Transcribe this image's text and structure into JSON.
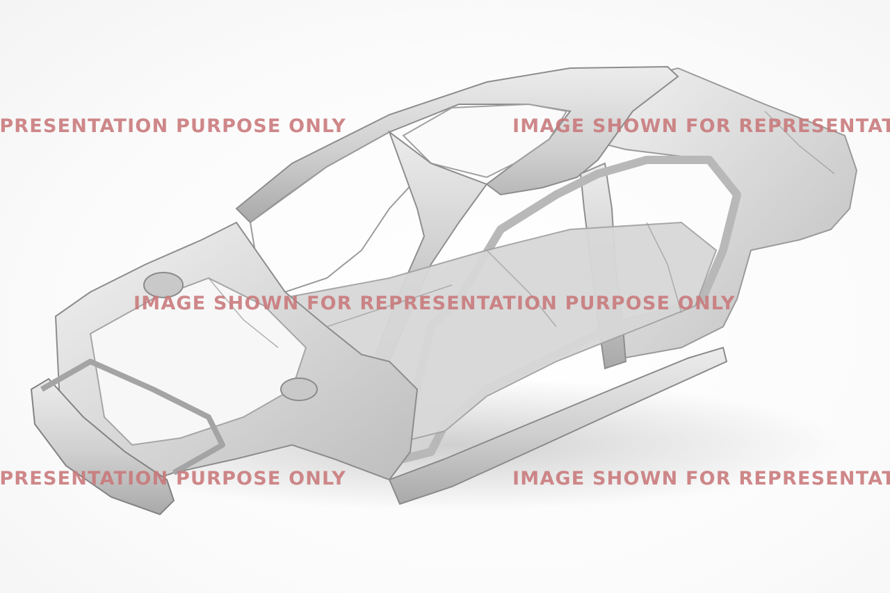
{
  "image": {
    "subject": "car-body-in-white",
    "watermark_text_left": "REPRESENTATION PURPOSE ONLY",
    "watermark_text_right": "IMAGE SHOWN FOR REPRESENTATION",
    "watermark_text_center": "IMAGE SHOWN FOR REPRESENTATION PURPOSE ONLY"
  },
  "colors": {
    "watermark": "#c9787a",
    "metal_light": "#e4e4e4",
    "metal_mid": "#c4c4c4",
    "metal_dark": "#8e8e8e"
  }
}
